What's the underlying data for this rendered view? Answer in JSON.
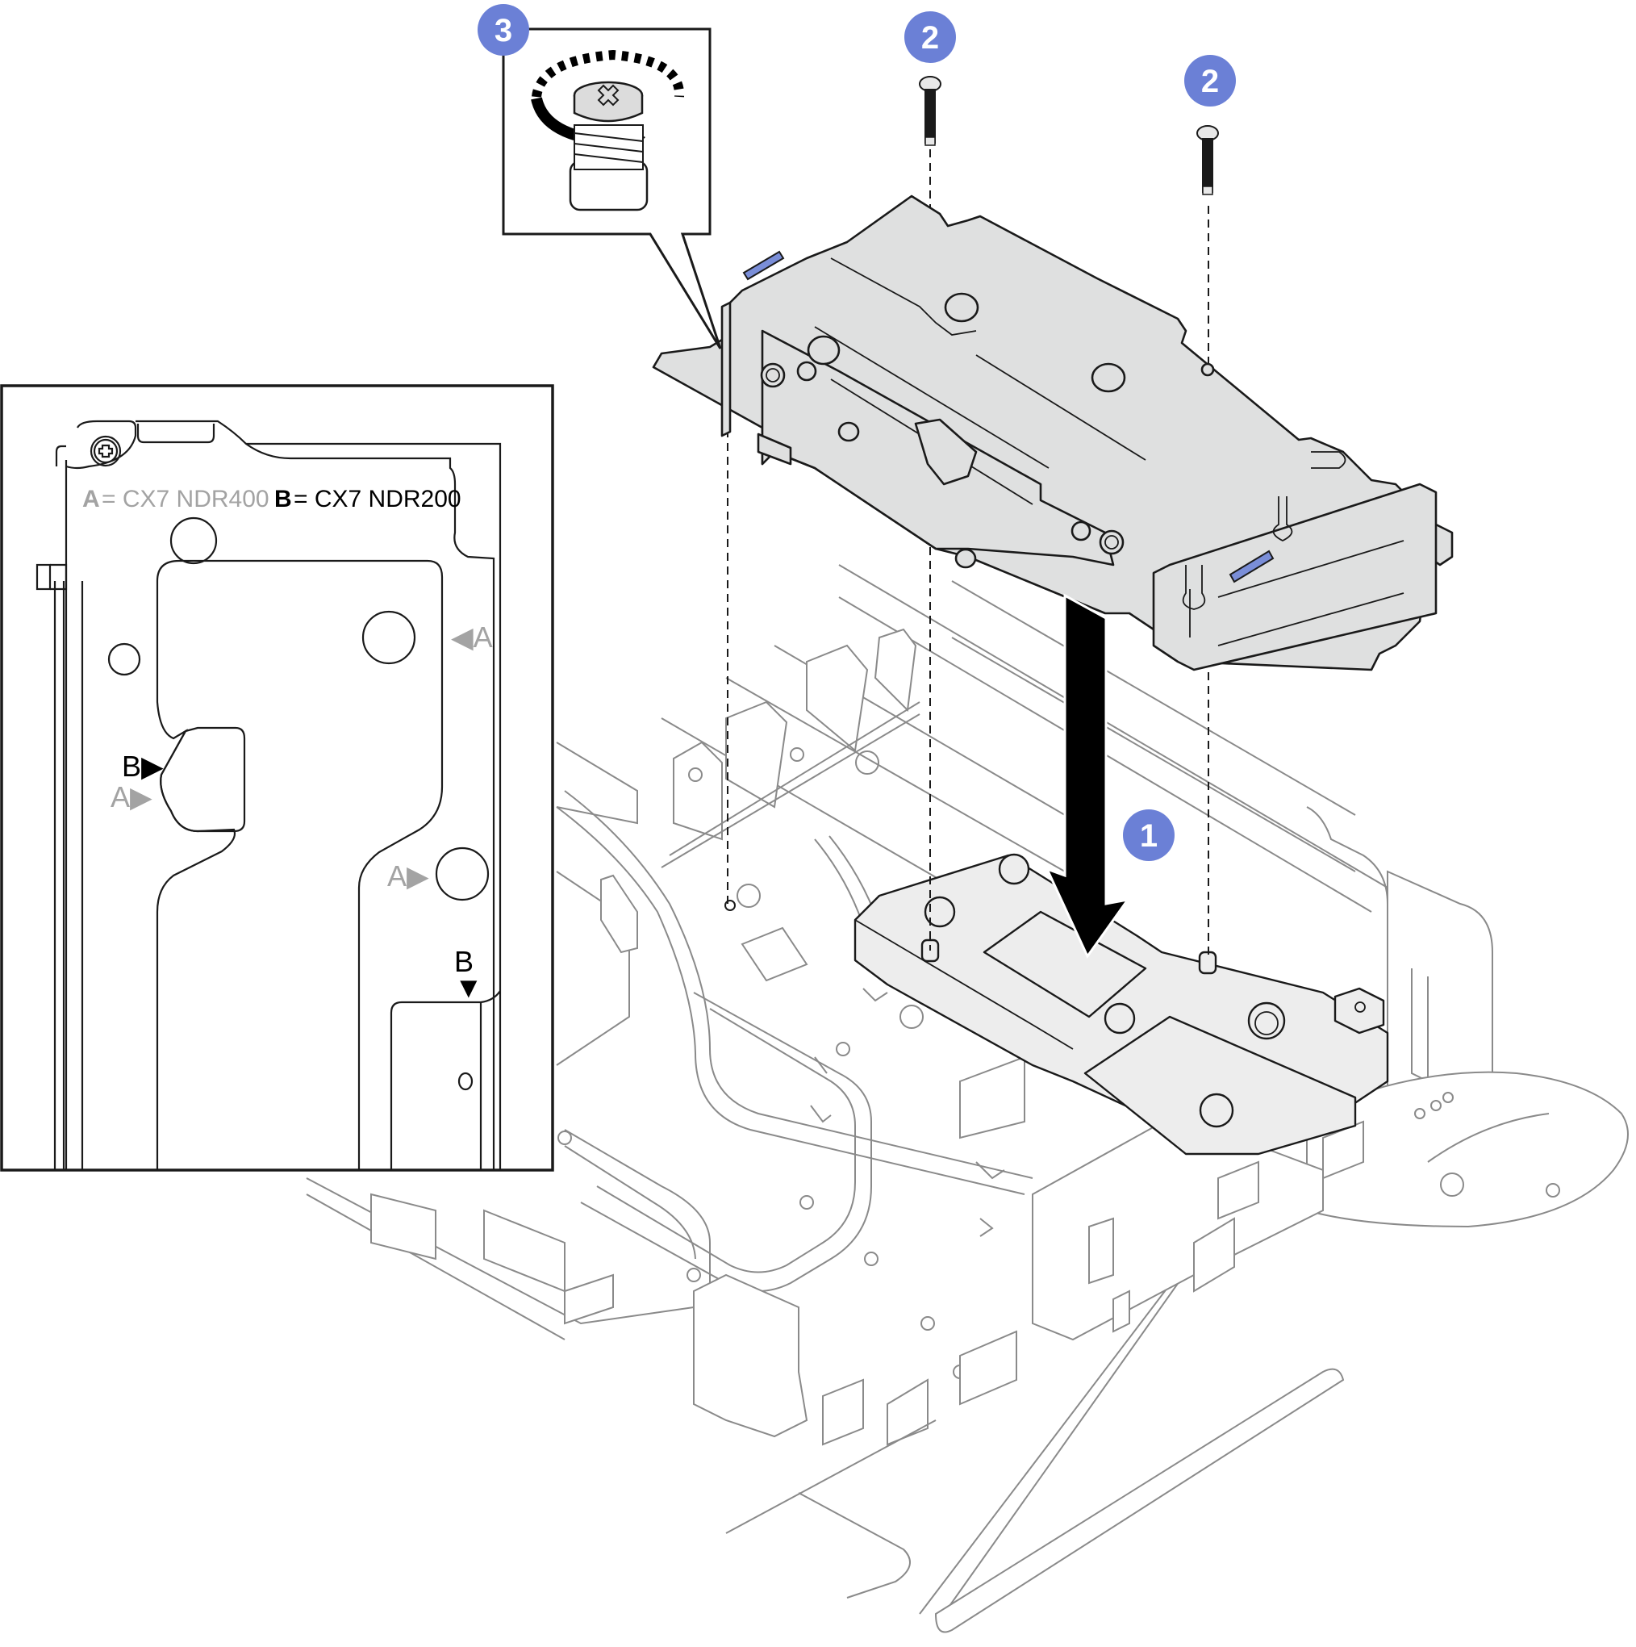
{
  "figure": {
    "description": "Riser cage installation onto system board bracket",
    "colors": {
      "callout": "#6b80d6",
      "release_tab": "#7a8ed8",
      "metal_part": "#dfe0e0",
      "chassis_line": "#8a8a8a",
      "label_grey": "#a3a3a3"
    }
  },
  "callouts": [
    {
      "number": "1",
      "meaning": "lower riser cage onto bracket"
    },
    {
      "number": "2",
      "meaning": "install screw"
    },
    {
      "number": "2",
      "meaning": "install screw"
    },
    {
      "number": "3",
      "meaning": "tighten captive thumbscrew"
    }
  ],
  "inset": {
    "legend": {
      "a_key": "A",
      "a_text": "= CX7 NDR400",
      "b_key": "B",
      "b_text": "= CX7 NDR200"
    },
    "markers": [
      {
        "text": "◀A",
        "style": "grey"
      },
      {
        "text": "B▶",
        "style": "black"
      },
      {
        "text": "A▶",
        "style": "grey"
      },
      {
        "text": "A▶",
        "style": "grey"
      },
      {
        "text": "B",
        "style": "black"
      },
      {
        "text": "▼",
        "style": "black"
      }
    ]
  },
  "icons": {
    "arrow": "down-arrow-icon",
    "rotation": "clockwise-rotation-icon",
    "screw": "screw-icon",
    "thumbscrew": "thumbscrew-icon"
  }
}
